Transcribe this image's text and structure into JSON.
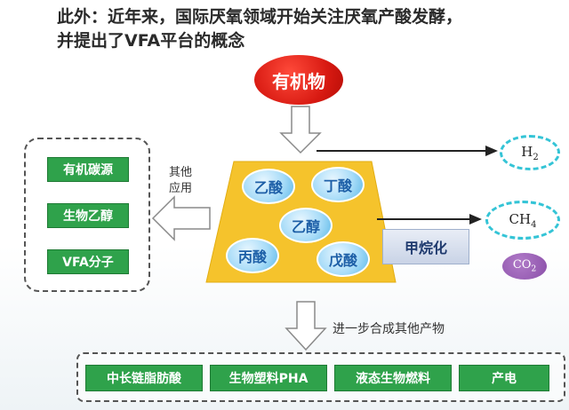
{
  "title": {
    "line1": "此外：近年来，国际厌氧领域开始关注厌氧产酸发酵，",
    "line2": "并提出了VFA平台的概念"
  },
  "source_label": "有机物",
  "acids": {
    "acetic": "乙酸",
    "butyric": "丁酸",
    "ethanol": "乙醇",
    "propionic": "丙酸",
    "valeric": "戊酸"
  },
  "other_use": {
    "line1": "其他",
    "line2": "应用"
  },
  "left_products": [
    "有机碳源",
    "生物乙醇",
    "VFA分子"
  ],
  "gases": {
    "h2_base": "H",
    "h2_sub": "2",
    "ch4_base": "CH",
    "ch4_sub": "4",
    "co2_base": "CO",
    "co2_sub": "2"
  },
  "methanation_label": "甲烷化",
  "further_synthesis_label": "进一步合成其他产物",
  "bottom_products": [
    "中长链脂肪酸",
    "生物塑料PHA",
    "液态生物燃料",
    "产电"
  ],
  "colors": {
    "trapezoid": "#f5c32c",
    "green_box": "#2fa24b",
    "organic_red": "#d81a12",
    "gas_dash": "#34c4d6",
    "co2_purple": "#8a4fa8"
  }
}
